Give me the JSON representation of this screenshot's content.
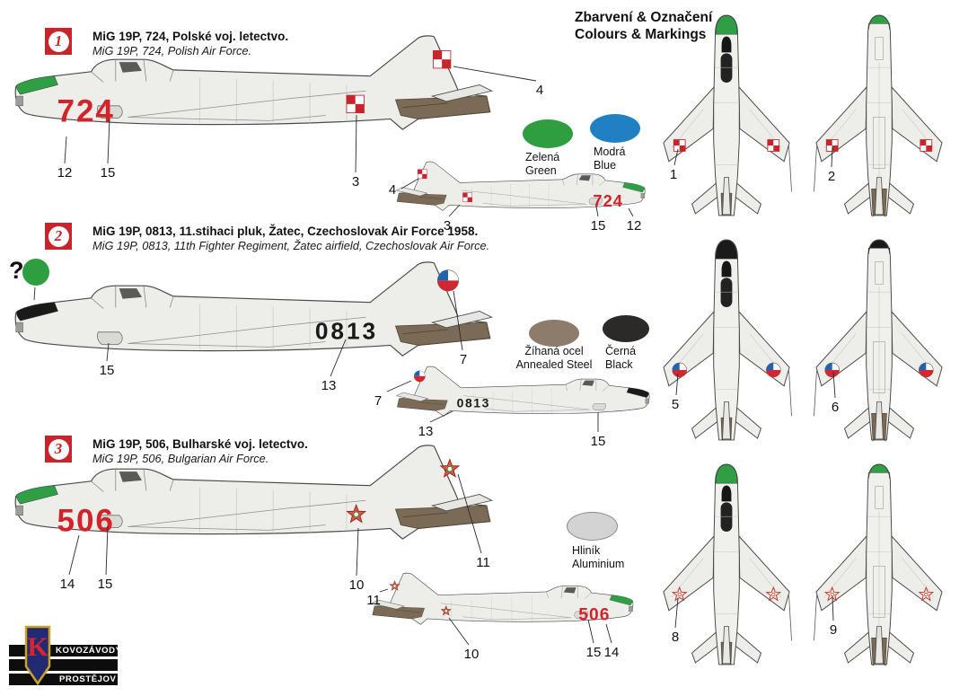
{
  "header": {
    "title_line1": "Zbarvení & Označení",
    "title_line2": "Colours & Markings"
  },
  "schemes": [
    {
      "badge": "1",
      "title_cs": "MiG 19P, 724, Polské voj. letectvo.",
      "title_en": "MiG 19P, 724, Polish Air Force.",
      "tactical_number": "724",
      "number_color": "#d2232a",
      "nose_color": "#2f9e45",
      "marking": "polish-checkerboard",
      "wing_marking": "polish-checkerboard",
      "number_position": "nose",
      "side_fuselage_marking": true
    },
    {
      "badge": "2",
      "title_cs": "MiG 19P, 0813, 11.stihaci pluk, Žatec, Czechoslovak Air Force 1958.",
      "title_en": "MiG 19P, 0813, 11th Fighter Regiment, Žatec airfield, Czechoslovak Air Force.",
      "tactical_number": "0813",
      "number_color": "#1a1a1a",
      "nose_color": "#1a1a1a",
      "marking": "czechoslovak-roundel",
      "wing_marking": "czechoslovak-roundel",
      "number_position": "mid",
      "side_fuselage_marking": false,
      "unknown_color_marker": "?"
    },
    {
      "badge": "3",
      "title_cs": "MiG 19P, 506, Bulharské voj. letectvo.",
      "title_en": "MiG 19P, 506, Bulgarian Air Force.",
      "tactical_number": "506",
      "number_color": "#d2232a",
      "nose_color": "#2f9e45",
      "marking": "bulgarian-star",
      "wing_marking": "bulgarian-star-outline",
      "number_position": "nose",
      "side_fuselage_marking": true
    }
  ],
  "color_swatches": [
    {
      "name_cs": "Zelená",
      "name_en": "Green",
      "color": "#2e9e40"
    },
    {
      "name_cs": "Modrá",
      "name_en": "Blue",
      "color": "#2180c4"
    },
    {
      "name_cs": "Žíhaná ocel",
      "name_en": "Annealed Steel",
      "color": "#8d7c6c"
    },
    {
      "name_cs": "Černá",
      "name_en": "Black",
      "color": "#2b2a28"
    },
    {
      "name_cs": "Hliník",
      "name_en": "Aluminium",
      "color": "#d3d3d3"
    }
  ],
  "callouts": {
    "s1_main": [
      "12",
      "15",
      "3",
      "4"
    ],
    "s1_small": [
      "4",
      "3",
      "15",
      "12"
    ],
    "s1_plan": [
      "1",
      "2"
    ],
    "s2_main": [
      "15",
      "13",
      "7"
    ],
    "s2_small": [
      "7",
      "13",
      "15"
    ],
    "s2_plan": [
      "5",
      "6"
    ],
    "s3_main": [
      "14",
      "15",
      "10",
      "11"
    ],
    "s3_small": [
      "11",
      "10",
      "15",
      "14"
    ],
    "s3_plan": [
      "8",
      "9"
    ]
  },
  "logo": {
    "company_line1": "KOVOZÁVODY",
    "company_line2": "PROSTĚJOV",
    "monogram": "K"
  }
}
